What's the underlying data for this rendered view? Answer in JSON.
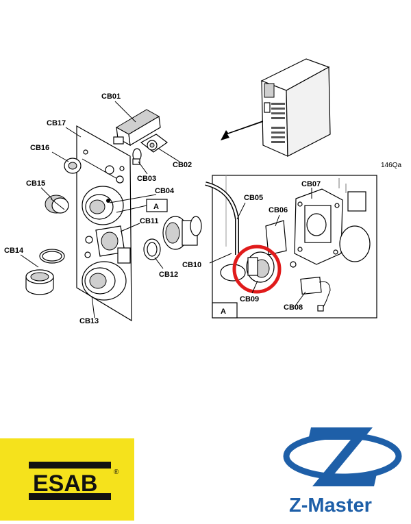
{
  "diagram": {
    "reference_code": "146Qa",
    "detail_letter": "A",
    "parts": {
      "cb01": "CB01",
      "cb02": "CB02",
      "cb03": "CB03",
      "cb04": "CB04",
      "cb05": "CB05",
      "cb06": "CB06",
      "cb07": "CB07",
      "cb08": "CB08",
      "cb09": "CB09",
      "cb10": "CB10",
      "cb11": "CB11",
      "cb12": "CB12",
      "cb13": "CB13",
      "cb14": "CB14",
      "cb15": "CB15",
      "cb16": "CB16",
      "cb17": "CB17"
    },
    "highlight_color": "#e01b1b"
  },
  "logos": {
    "esab": {
      "text": "ESAB",
      "mark": "®",
      "bg_color": "#f5e21c"
    },
    "zmaster": {
      "text": "Z-Master",
      "color": "#1e5fa8"
    }
  }
}
